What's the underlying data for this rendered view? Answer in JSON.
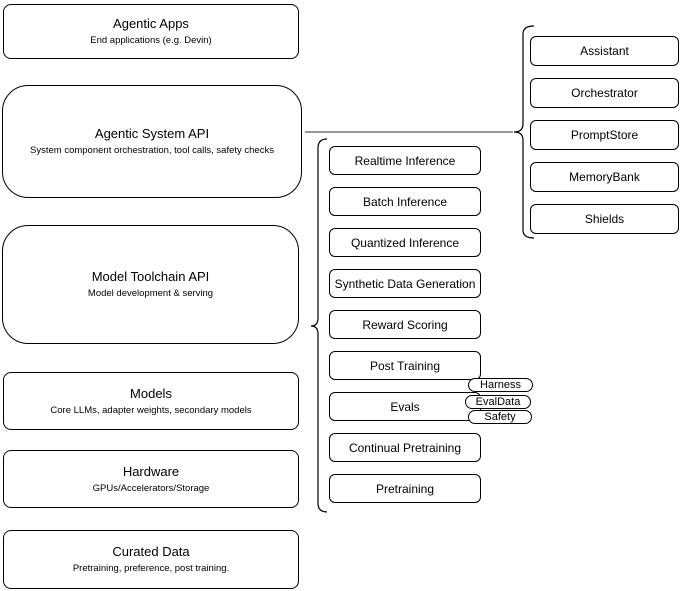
{
  "diagram": {
    "stack": [
      {
        "title": "Agentic Apps",
        "subtitle": "End applications (e.g. Devin)"
      },
      {
        "title": "Agentic System API",
        "subtitle": "System component orchestration, tool calls, safety checks"
      },
      {
        "title": "Model Toolchain API",
        "subtitle": "Model development & serving"
      },
      {
        "title": "Models",
        "subtitle": "Core LLMs, adapter weights, secondary models"
      },
      {
        "title": "Hardware",
        "subtitle": "GPUs/Accelerators/Storage"
      },
      {
        "title": "Curated Data",
        "subtitle": "Pretraining, preference, post training."
      }
    ],
    "toolchain_items": [
      "Realtime Inference",
      "Batch Inference",
      "Quantized Inference",
      "Synthetic Data Generation",
      "Reward Scoring",
      "Post Training",
      "Evals",
      "Continual Pretraining",
      "Pretraining"
    ],
    "eval_tags": [
      "Harness",
      "EvalData",
      "Safety"
    ],
    "system_items": [
      "Assistant",
      "Orchestrator",
      "PromptStore",
      "MemoryBank",
      "Shields"
    ],
    "colors": {
      "stroke": "#000000",
      "fill": "#ffffff",
      "connector": "#595959",
      "background": "#ffffff",
      "text": "#000000"
    }
  }
}
